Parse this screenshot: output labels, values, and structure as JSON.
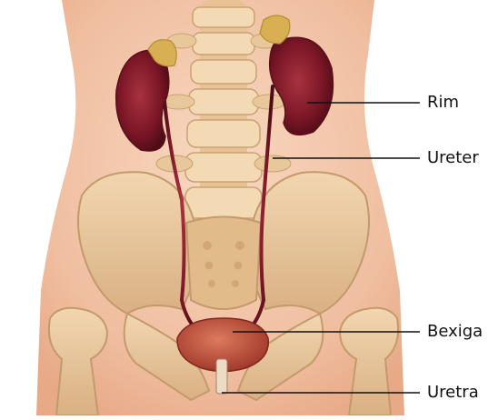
{
  "labels": {
    "rim": "Rim",
    "ureter": "Ureter",
    "bexiga": "Bexiga",
    "uretra": "Uretra"
  },
  "colors": {
    "skin": "#f3c6a6",
    "bone": "#e8c79a",
    "kidney": "#7a1626",
    "adrenal": "#d8b053",
    "bladder": "#b84b3a",
    "ureter": "#9a2e2e",
    "leader_line": "#111111"
  }
}
